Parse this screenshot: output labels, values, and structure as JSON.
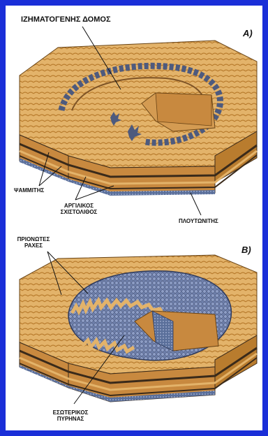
{
  "panelA": {
    "letter": "A)",
    "title": "ΙΖΗΜΑΤΟΓΕΝΗΣ ΔΟΜΟΣ",
    "labels": {
      "sandstone": "ΨΑΜΜΙΤΗΣ",
      "shale_line1": "ΑΡΓΙΛΙΚΟΣ",
      "shale_line2": "ΣΧΙΣΤΟΛΙΘΟΣ",
      "pluton": "ΠΛΟΥΤΩΝΙΤΗΣ"
    }
  },
  "panelB": {
    "letter": "B)",
    "labels": {
      "ridges_line1": "ΠΡΙΟΝΩΤΕΣ",
      "ridges_line2": "ΡΑΧΕΣ",
      "core_line1": "ΕΣΩΤΕΡΙΚΟΣ",
      "core_line2": "ΠΥΡΗΝΑΣ"
    }
  },
  "colors": {
    "frame": "#1a2fd8",
    "sand": "#e3b36a",
    "sand_dark": "#b97c2e",
    "rock_blue": "#6c7da8",
    "layer_dark": "#3a2a1a"
  }
}
